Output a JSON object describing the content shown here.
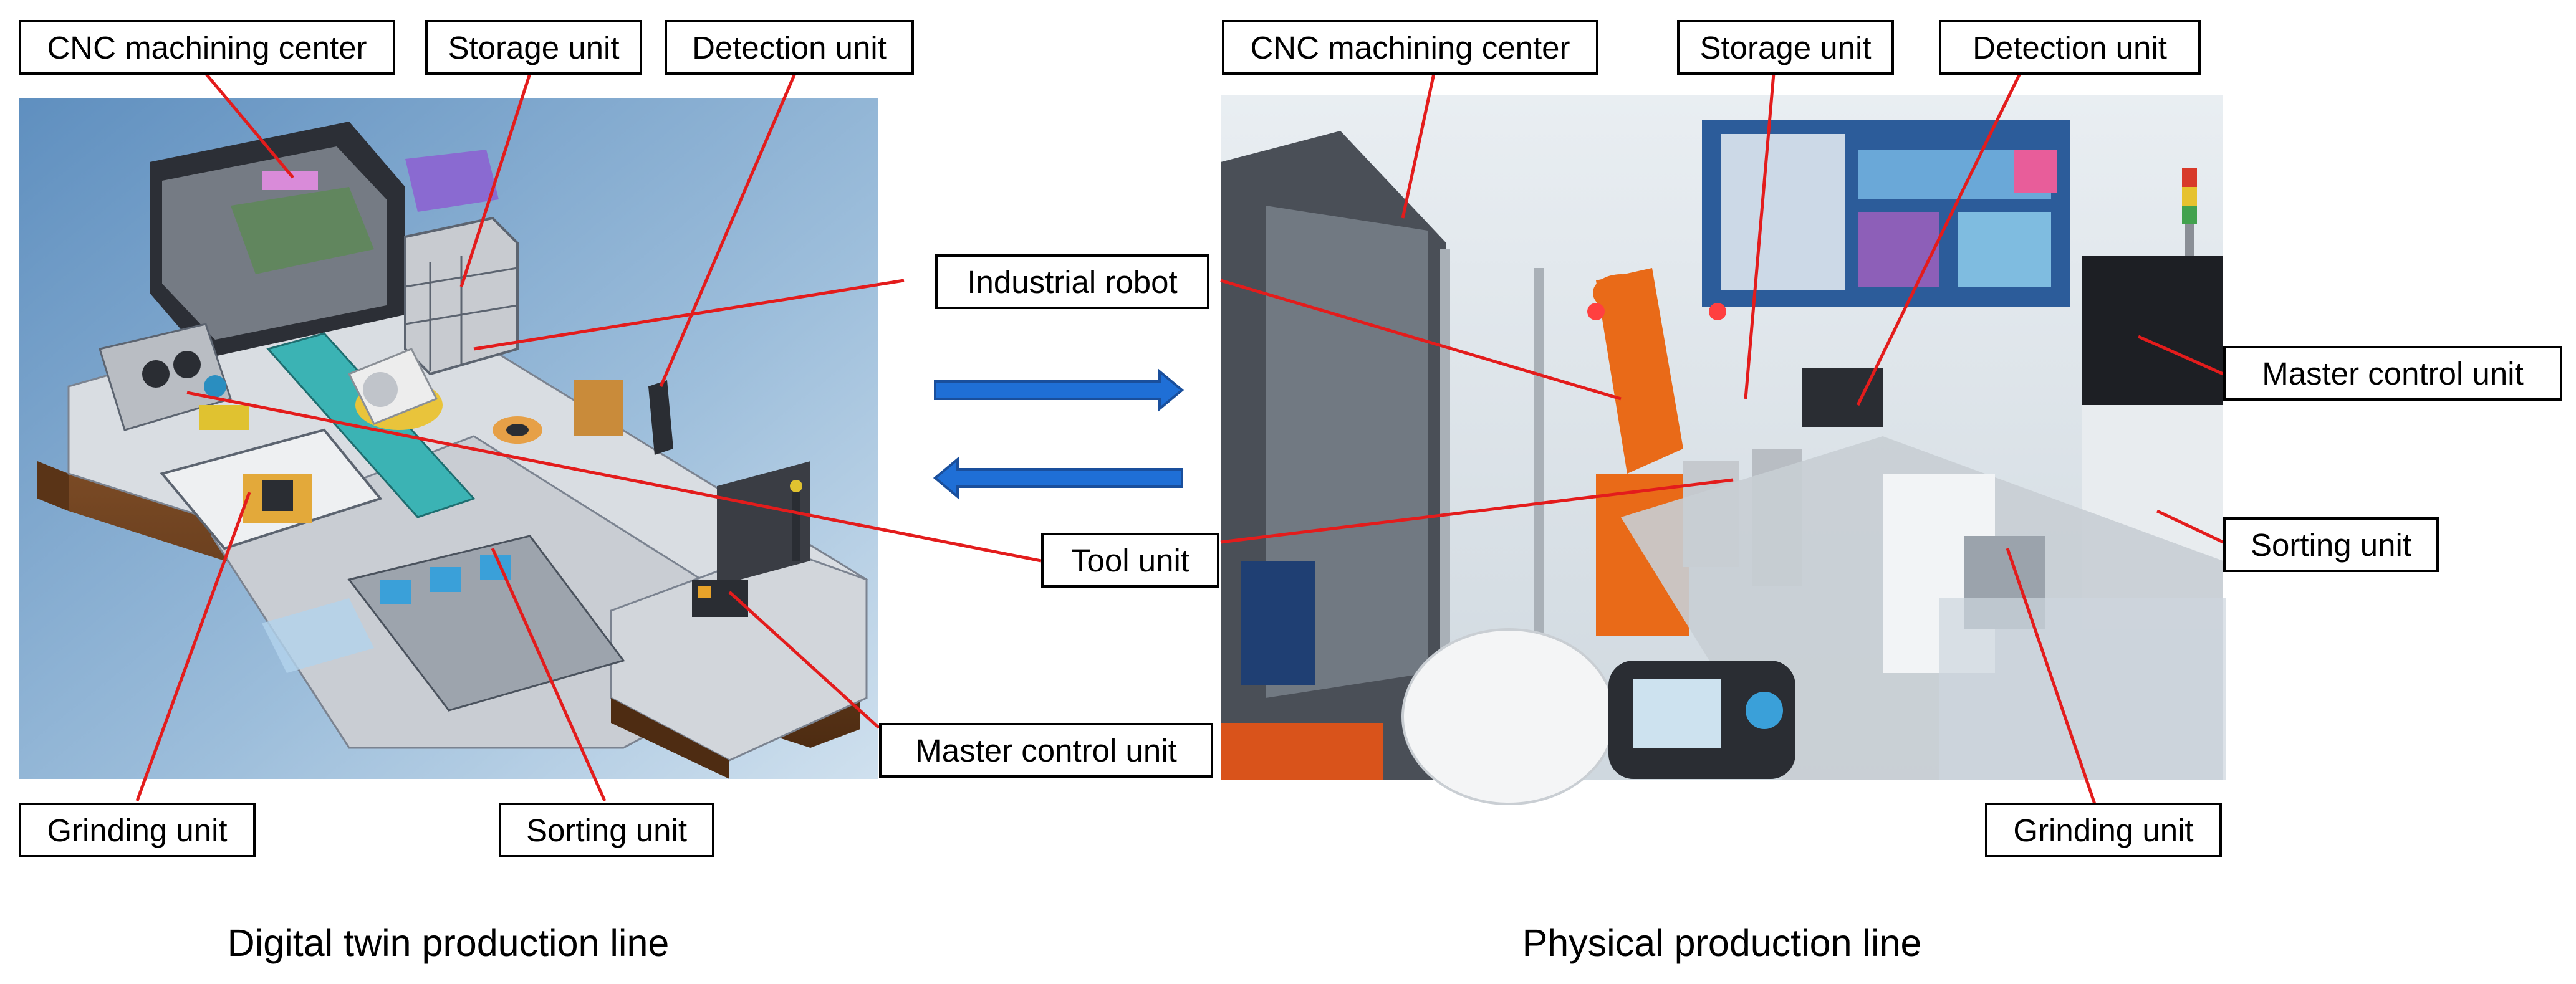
{
  "colors": {
    "leader_line": "#e31c1c",
    "arrow_fill": "#1f6fd6",
    "arrow_stroke": "#1a4f9c",
    "label_border": "#000000"
  },
  "digital_twin": {
    "caption": "Digital twin production line",
    "labels": {
      "cnc": "CNC machining center",
      "storage": "Storage unit",
      "detection": "Detection unit",
      "grinding": "Grinding unit",
      "sorting": "Sorting unit"
    }
  },
  "center": {
    "labels": {
      "industrial_robot": "Industrial robot",
      "tool_unit": "Tool unit",
      "master_control": "Master control unit"
    },
    "arrows": [
      "right-arrow",
      "left-arrow"
    ]
  },
  "physical": {
    "caption": "Physical production line",
    "labels": {
      "cnc": "CNC machining center",
      "storage": "Storage unit",
      "detection": "Detection unit",
      "master_control": "Master control unit",
      "sorting": "Sorting unit",
      "grinding": "Grinding unit"
    }
  }
}
